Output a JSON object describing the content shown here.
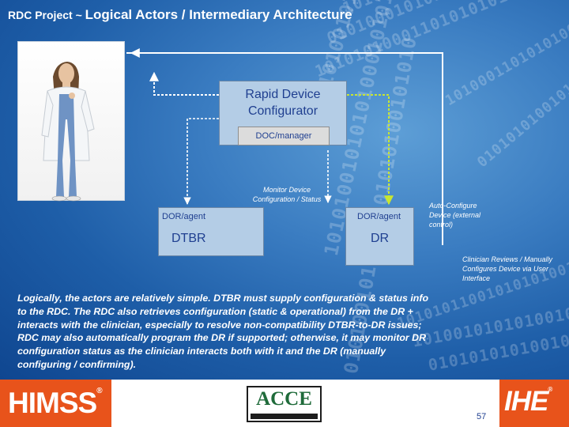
{
  "header": {
    "title_prefix": "RDC Project ~ ",
    "title_main": "Logical Actors / Intermediary Architecture"
  },
  "background": {
    "binary_rows": [
      "1010001101010001101010101010",
      "010100010101000110001010110",
      "1010101000110101010101000110",
      "0101010010101000110101010101",
      "1010100101010100010101001010",
      "0101001010100101010100101010",
      "1010010101010010101001010101",
      "0101010101001010101000110101",
      "1010001101010100010101101010",
      "0101010100101010110001010100",
      "1010101100101010100110101001"
    ]
  },
  "actors": {
    "rdc": {
      "name": "Rapid Device Configurator",
      "role": "DOC/manager"
    },
    "dtbr": {
      "name": "DTBR",
      "role": "DOR/agent"
    },
    "dr": {
      "name": "DR",
      "role": "DOR/agent"
    }
  },
  "annotations": {
    "monitor": "Monitor Device Configuration / Status",
    "auto_configure": "Auto-Configure Device (external control)",
    "clinician": "Clinician Reviews / Manually Configures Device via User Interface"
  },
  "body": {
    "paragraph": "Logically, the actors are relatively simple. DTBR must supply configuration & status info to the RDC. The RDC also retrieves configuration (static & operational) from the DR + interacts with the clinician, especially to resolve non-compatibility DTBR-to-DR issues; RDC may also automatically program the DR if supported; otherwise, it may monitor DR configuration status as the clinician interacts both with it and the DR (manually configuring / confirming)."
  },
  "footer": {
    "himss_logo": "HIMSS",
    "himss_reg": "®",
    "acce_logo": "ACCE",
    "page_number": "57",
    "ihe_logo": "IHE",
    "ihe_reg": "®"
  },
  "colors": {
    "background": "#3a7cc1",
    "actor_box": "#b4cde6",
    "actor_text": "#1f3f90",
    "arrow_white": "#ffffff",
    "arrow_green": "#c8e632",
    "logo_orange": "#e8531b"
  }
}
